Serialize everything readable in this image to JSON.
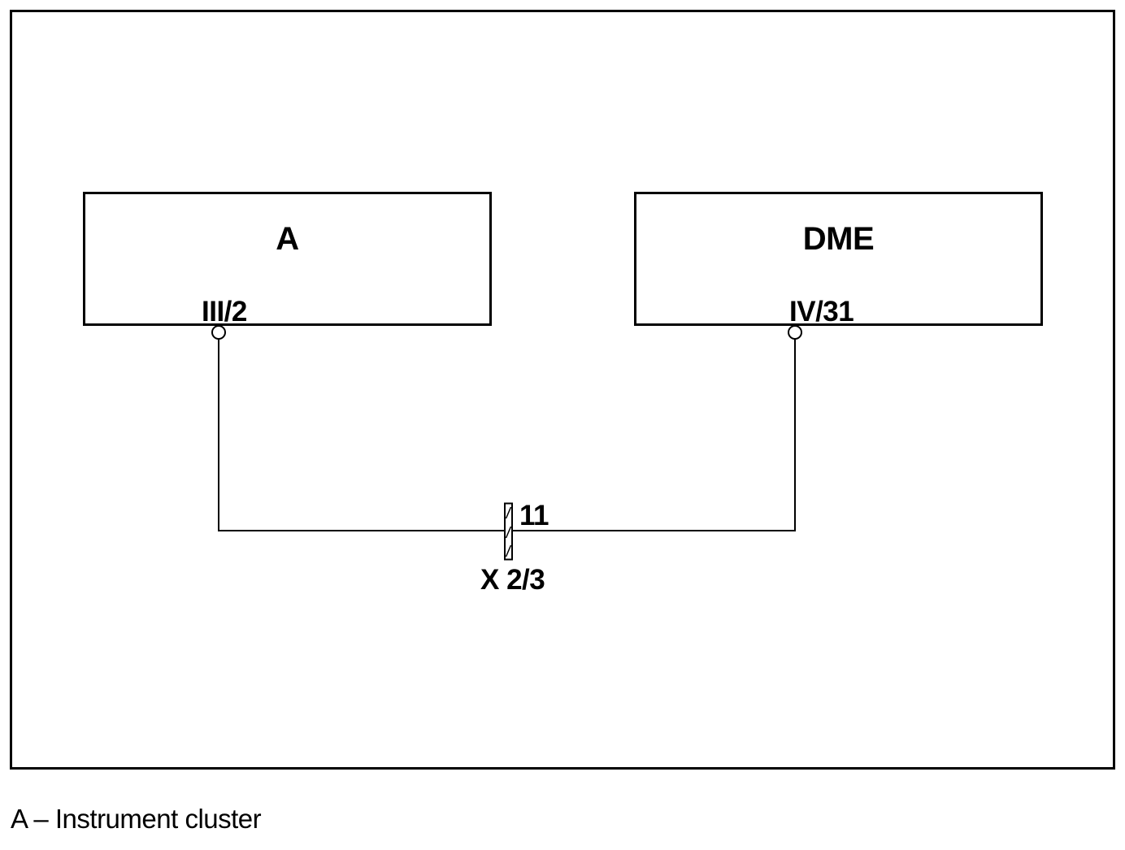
{
  "diagram": {
    "components": [
      {
        "label": "A",
        "pin": "III/2"
      },
      {
        "label": "DME",
        "pin": "IV/31"
      }
    ],
    "connector": {
      "number": "11",
      "designation": "X 2/3"
    },
    "legend": {
      "text": "A – Instrument cluster"
    },
    "colors": {
      "ink": "#000000",
      "background": "#ffffff"
    }
  }
}
